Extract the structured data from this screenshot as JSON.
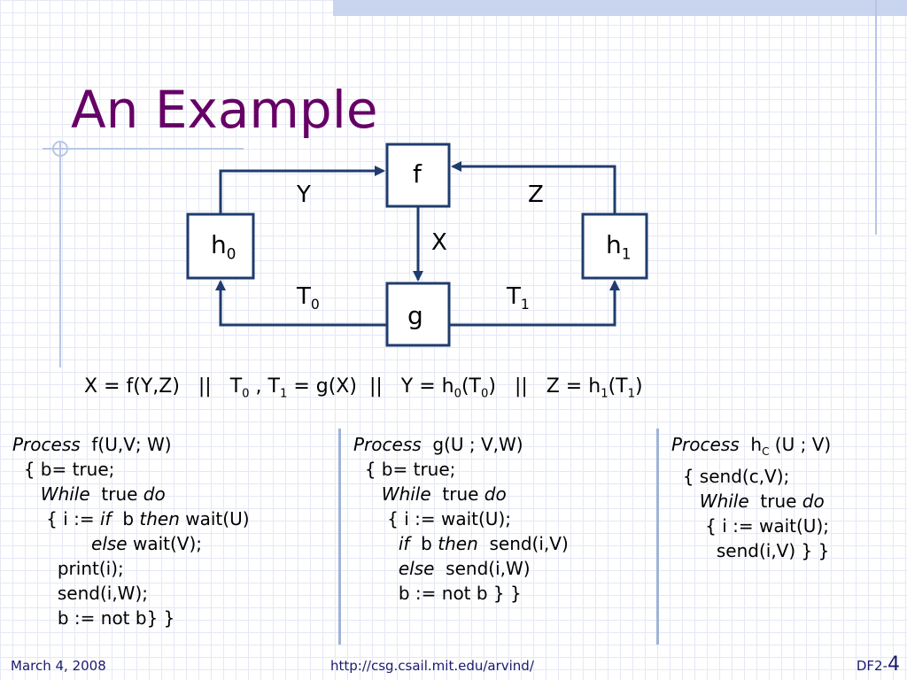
{
  "title": "An Example",
  "diagram": {
    "nodes": {
      "f": "f",
      "g": "g",
      "h0": {
        "base": "h",
        "sub": "0"
      },
      "h1": {
        "base": "h",
        "sub": "1"
      }
    },
    "edges": {
      "X": "X",
      "Y": "Y",
      "Z": "Z",
      "T0": {
        "base": "T",
        "sub": "0"
      },
      "T1": {
        "base": "T",
        "sub": "1"
      }
    }
  },
  "equation": {
    "p1": "X = f(Y,Z)   ||   T",
    "s1": "0",
    "p2": " , T",
    "s2": "1",
    "p3": " = g(X)  ||   Y = h",
    "s3": "0",
    "p4": "(T",
    "s4": "0",
    "p5": ")   ||   Z = h",
    "s5": "1",
    "p6": "(T",
    "s6": "1",
    "p7": ")"
  },
  "code": {
    "f": {
      "kw_process": "Process",
      "sig": "  f(U,V; W)",
      "l2": "  { b= true;",
      "kw_while": "While",
      "while_rest": "  true ",
      "kw_do": "do",
      "l4a": "      { i := ",
      "kw_if": "if",
      "l4b": "  b ",
      "kw_then": "then",
      "l4c": " wait(U)",
      "kw_else": "else",
      "l5b": " wait(V);",
      "l6": "        print(i);",
      "l7": "        send(i,W);",
      "l8": "        b := not b} }"
    },
    "g": {
      "kw_process": "Process",
      "sig": "  g(U ; V,W)",
      "l2": "  { b= true;",
      "kw_while": "While",
      "while_rest": "  true ",
      "kw_do": "do",
      "l4": "      { i := wait(U);",
      "kw_if": "if",
      "l5b": "  b ",
      "kw_then": "then",
      "l5c": "  send(i,V)",
      "kw_else": "else",
      "l6b": "  send(i,W)",
      "l7": "        b := not b } }"
    },
    "hc": {
      "kw_process": "Process",
      "sig_pre": "  h",
      "sig_sub": "C",
      "sig_post": " (U ; V)",
      "l2": "  { send(c,V);",
      "kw_while": "While",
      "while_rest": "  true ",
      "kw_do": "do",
      "l4": "      { i := wait(U);",
      "l5": "        send(i,V) } }"
    }
  },
  "footer": {
    "date": "March 4, 2008",
    "url": "http://csg.csail.mit.edu/arvind/",
    "slide_label": "DF2-",
    "slide_number": "4"
  },
  "colors": {
    "title": "#660066",
    "footer": "#1a1a6e",
    "diagram_line": "#1f3c6e"
  }
}
